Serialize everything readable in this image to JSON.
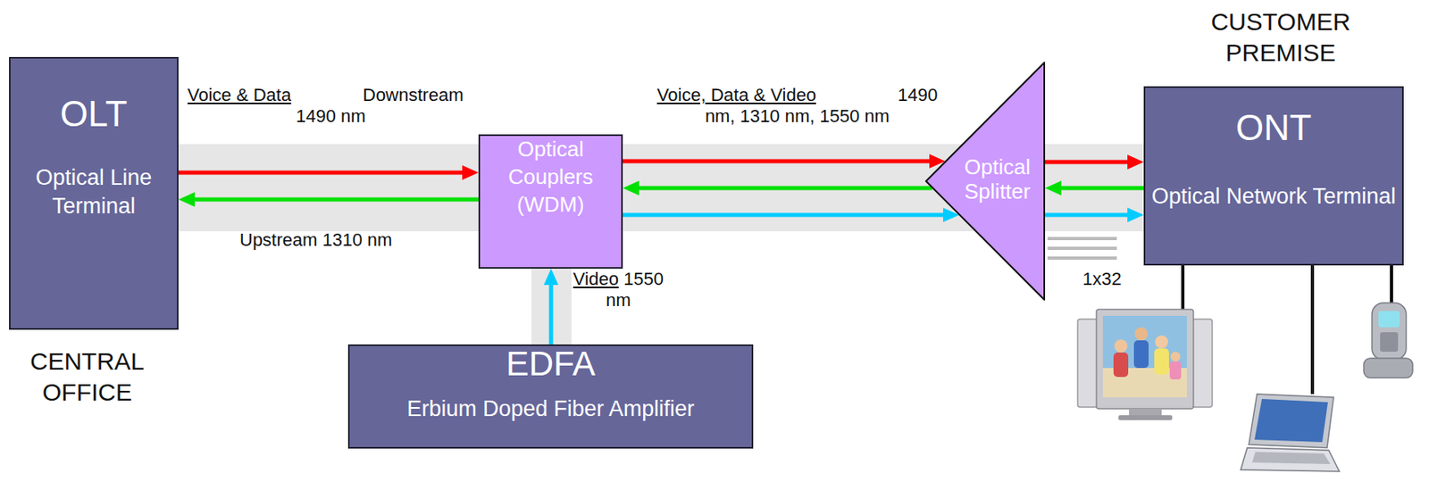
{
  "diagram": {
    "nodes": [
      {
        "text": [
          "OLT",
          "Optical Line Terminal"
        ]
      },
      {
        "text": [
          "Optical Couplers (WDM)"
        ]
      },
      {
        "text": [
          "EDFA",
          "Erbium Doped Fiber Amplifier"
        ]
      },
      {
        "text": [
          "Optical Splitter"
        ]
      },
      {
        "text": [
          "ONT",
          "Optical Network Terminal"
        ]
      }
    ],
    "edges": [
      {
        "from": 0,
        "to": 1,
        "arrow": "to"
      },
      {
        "from": 1,
        "to": 0,
        "arrow": "to"
      },
      {
        "from": 2,
        "to": 1,
        "arrow": "to"
      },
      {
        "from": 1,
        "to": 3,
        "arrow": "to"
      },
      {
        "from": 3,
        "to": 1,
        "arrow": "to"
      },
      {
        "from": 1,
        "to": 3,
        "arrow": "to"
      },
      {
        "from": 3,
        "to": 4,
        "arrow": "to"
      },
      {
        "from": 4,
        "to": 3,
        "arrow": "to"
      },
      {
        "from": 3,
        "to": 4,
        "arrow": "to"
      }
    ],
    "labels": [
      "Voice & Data",
      "Downstream 1490 nm",
      "Upstream 1310 nm",
      "Voice, Data & Video",
      "1490 nm, 1310 nm, 1550 nm",
      "Video",
      "1550 nm",
      "1x32",
      "CENTRAL OFFICE",
      "CUSTOMER PREMISE"
    ]
  }
}
